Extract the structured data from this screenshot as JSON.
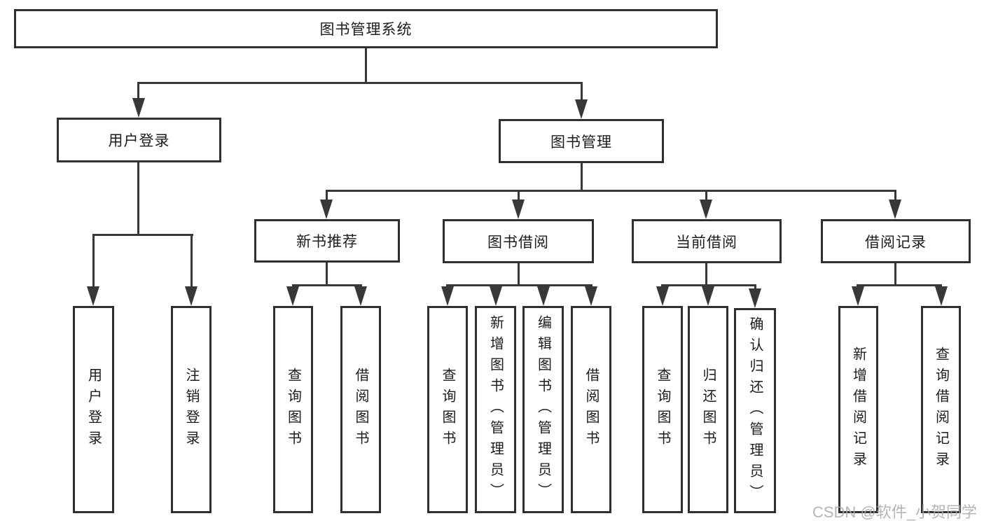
{
  "diagram": {
    "root": {
      "label": "图书管理系统"
    },
    "branches": [
      {
        "label": "用户登录",
        "children": [
          {
            "label": "用户登录"
          },
          {
            "label": "注销登录"
          }
        ]
      },
      {
        "label": "图书管理",
        "children": [
          {
            "label": "新书推荐",
            "children": [
              {
                "label": "查询图书"
              },
              {
                "label": "借阅图书"
              }
            ]
          },
          {
            "label": "图书借阅",
            "children": [
              {
                "label": "查询图书"
              },
              {
                "label": "新增图书（管理员）"
              },
              {
                "label": "编辑图书（管理员）"
              },
              {
                "label": "借阅图书"
              }
            ]
          },
          {
            "label": "当前借阅",
            "children": [
              {
                "label": "查询图书"
              },
              {
                "label": "归还图书"
              },
              {
                "label": "确认归还（管理员）"
              }
            ]
          },
          {
            "label": "借阅记录",
            "children": [
              {
                "label": "新增借阅记录"
              },
              {
                "label": "查询借阅记录"
              }
            ]
          }
        ]
      }
    ]
  },
  "watermark": {
    "text": "CSDN @软件_小贺同学"
  },
  "colors": {
    "line": "#383838",
    "border": "#2f2f2f",
    "text": "#1c1c1c",
    "background": "#ffffff",
    "watermark": "#a6a9ae"
  }
}
